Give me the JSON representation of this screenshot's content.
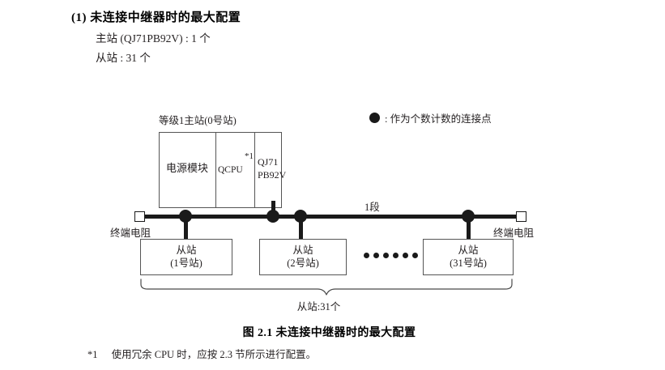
{
  "heading": {
    "title": "(1) 未连接中继器时的最大配置",
    "line_1": "主站 (QJ71PB92V) : 1 个",
    "line_2": "从站 : 31 个"
  },
  "legend": {
    "marker_icon": "filled-circle-icon",
    "text": ": 作为个数计数的连接点"
  },
  "diagram": {
    "master": {
      "caption": "等级1主站(0号站)",
      "slots": [
        {
          "label": "电源模块",
          "name": "power-supply-module"
        },
        {
          "label": "QCPU",
          "footnote_mark": "*1",
          "name": "qcpu-module"
        },
        {
          "label": "QJ71\nPB92V",
          "line_1": "QJ71",
          "line_2": "PB92V",
          "name": "qj71pb92v-module"
        }
      ]
    },
    "bus": {
      "segment_label": "1段",
      "terminator_left_label": "终端电阻",
      "terminator_right_label": "终端电阻",
      "terminator_icon": "open-square-icon",
      "node_icon": "filled-circle-icon",
      "node_count": 4
    },
    "slaves": [
      {
        "title": "从站",
        "station": "(1号站)"
      },
      {
        "title": "从站",
        "station": "(2号站)"
      },
      {
        "title": "从站",
        "station": "(31号站)"
      }
    ],
    "ellipsis_icon": "horizontal-ellipsis-icon",
    "brace_label": "从站:31个"
  },
  "figure": {
    "caption": "图 2.1  未连接中继器时的最大配置"
  },
  "footnote": {
    "mark": "*1",
    "text": "使用冗余 CPU 时，应按 2.3 节所示进行配置。"
  },
  "colors": {
    "ink": "#231f20",
    "line": "#1a1a1a",
    "box_border": "#555555",
    "background": "#ffffff"
  }
}
